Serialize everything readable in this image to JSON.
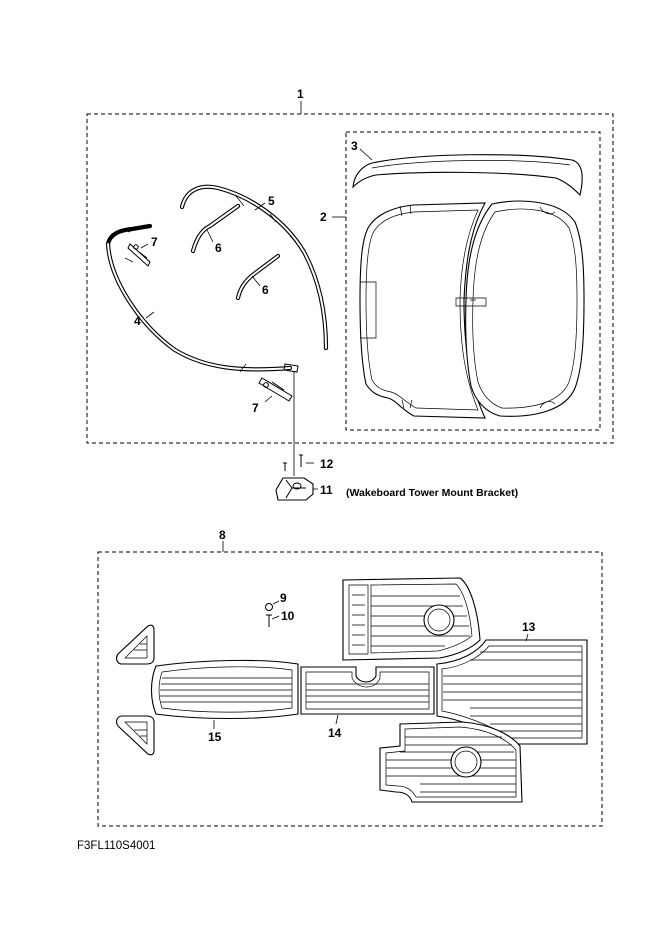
{
  "callouts": {
    "c1": "1",
    "c2": "2",
    "c3": "3",
    "c4": "4",
    "c5": "5",
    "c6a": "6",
    "c6b": "6",
    "c7a": "7",
    "c7b": "7",
    "c8": "8",
    "c9": "9",
    "c10": "10",
    "c11": "11",
    "c12": "12",
    "c13": "13",
    "c14": "14",
    "c15": "15"
  },
  "note": "(Wakeboard Tower Mount Bracket)",
  "drawing_code": "F3FL110S4001"
}
